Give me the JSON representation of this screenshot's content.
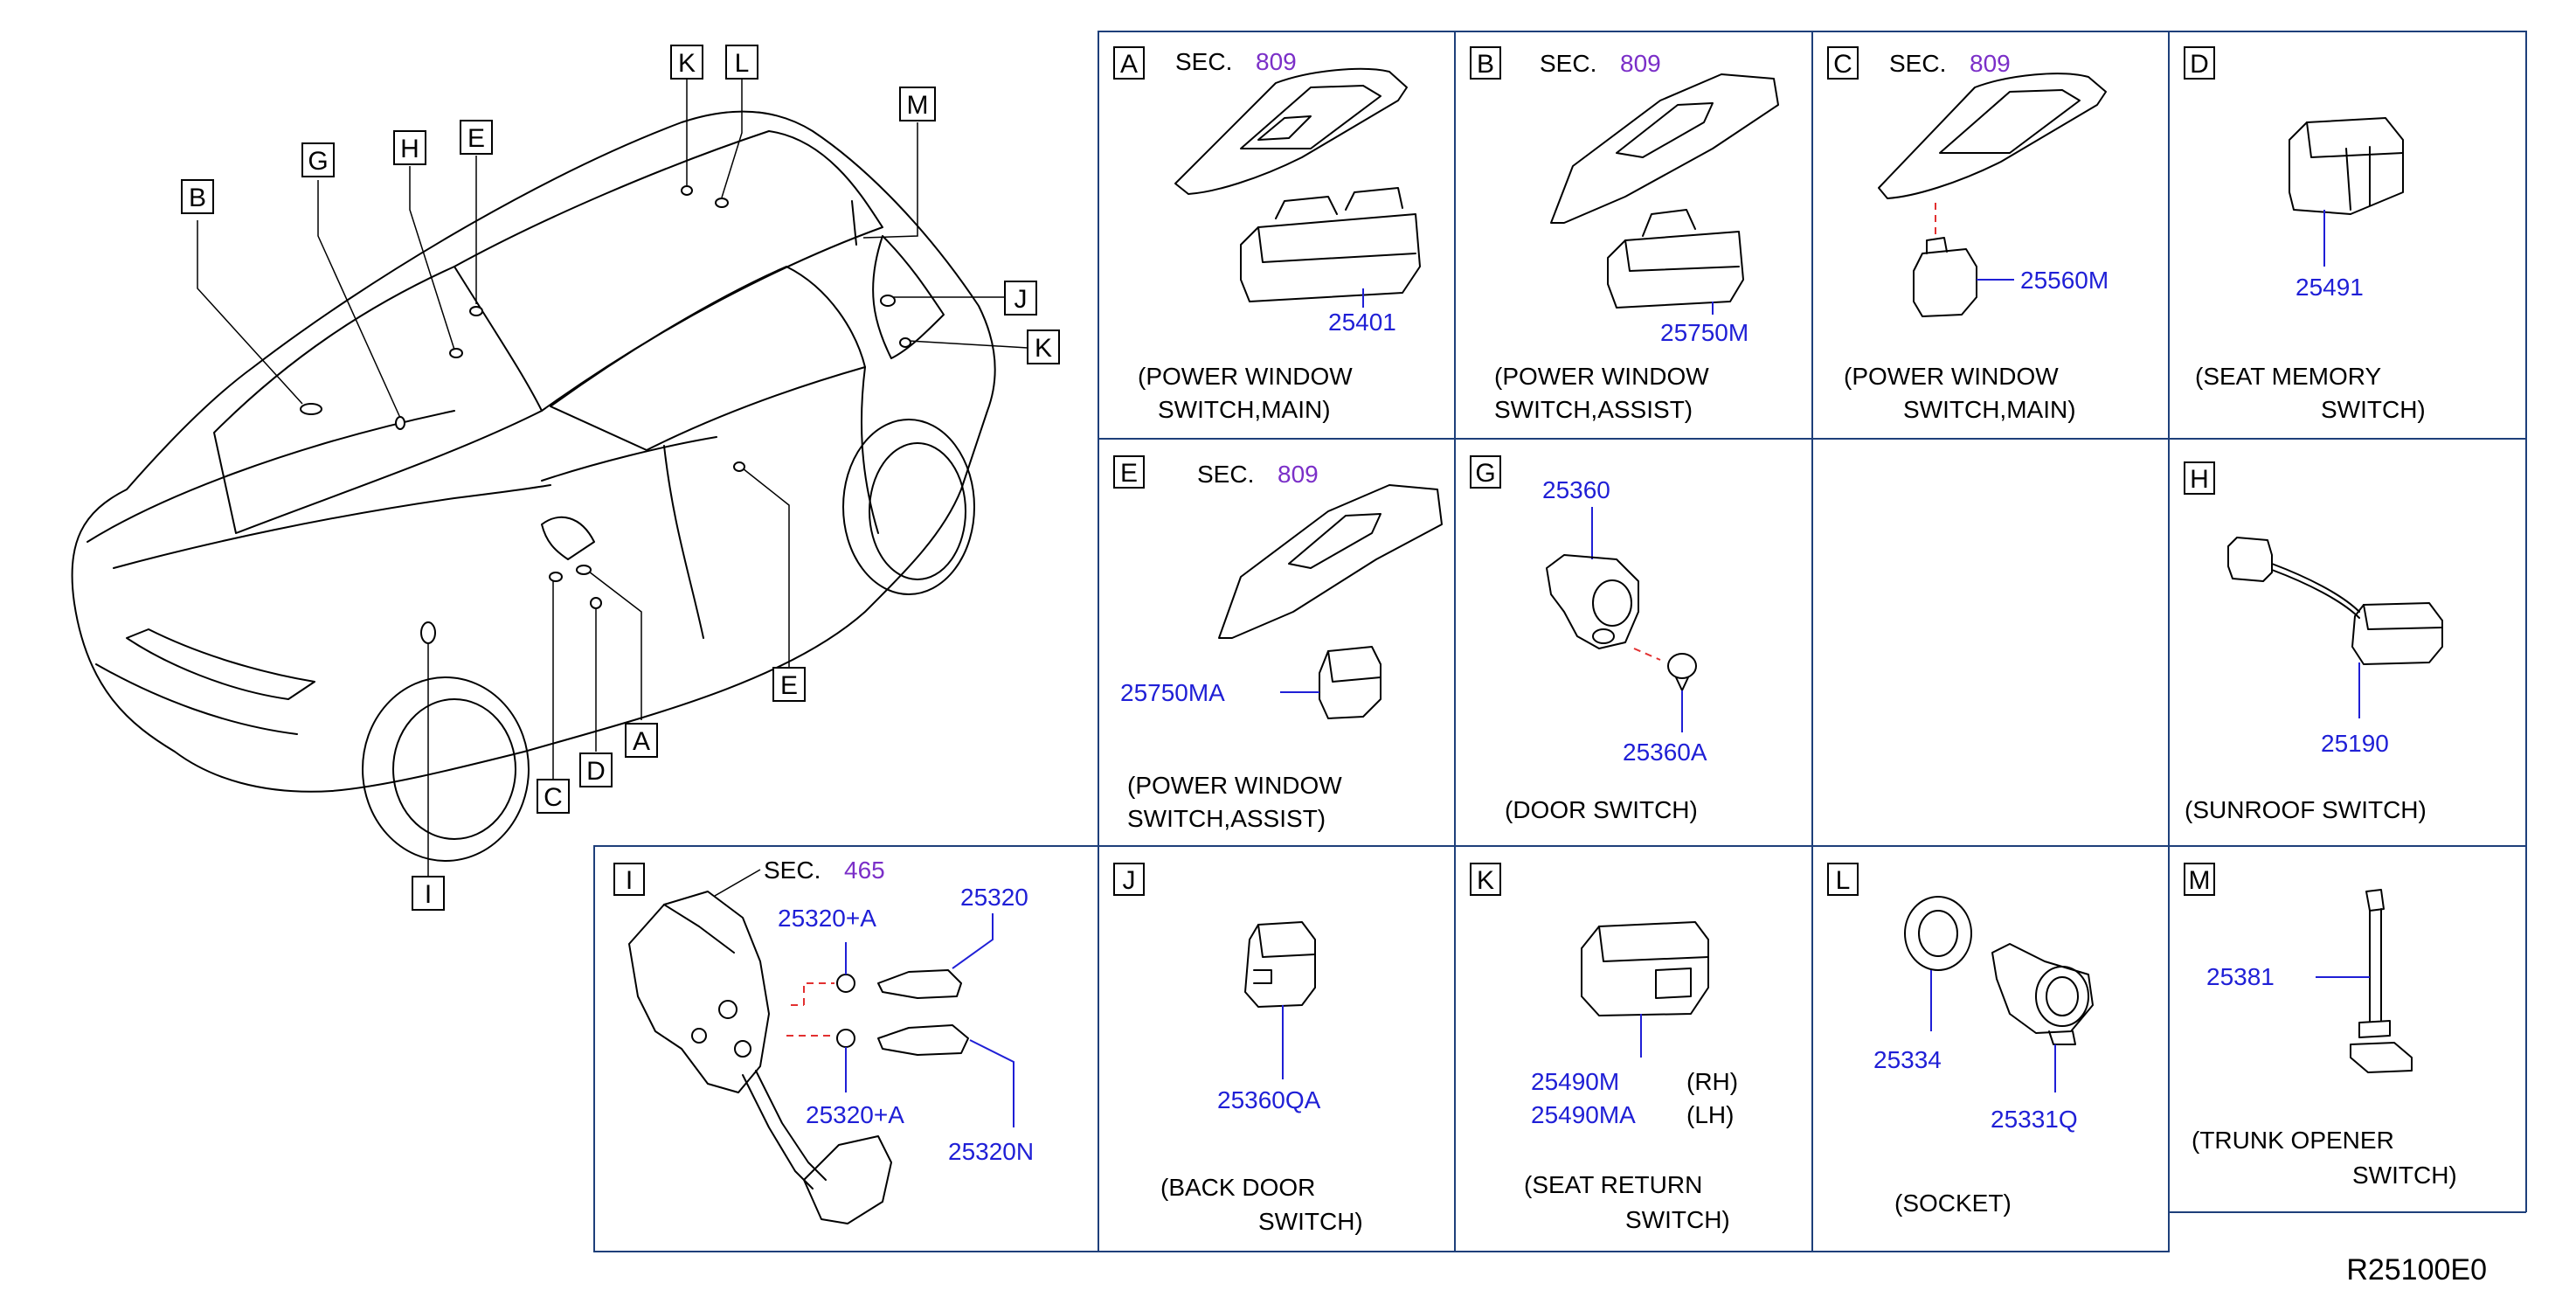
{
  "diagram_code": "R25100E0",
  "callouts": [
    "B",
    "G",
    "H",
    "E",
    "K",
    "L",
    "M",
    "J",
    "K",
    "E",
    "A",
    "D",
    "C",
    "I"
  ],
  "panels": [
    {
      "key": "A",
      "sec_label": "SEC.",
      "sec_num": "809",
      "parts": [
        "25401"
      ],
      "caption": [
        "(POWER  WINDOW",
        "SWITCH,MAIN)"
      ]
    },
    {
      "key": "B",
      "sec_label": "SEC.",
      "sec_num": "809",
      "parts": [
        "25750M"
      ],
      "caption": [
        "(POWER  WINDOW",
        "SWITCH,ASSIST)"
      ]
    },
    {
      "key": "C",
      "sec_label": "SEC.",
      "sec_num": "809",
      "parts": [
        "25560M"
      ],
      "caption": [
        "(POWER  WINDOW",
        "SWITCH,MAIN)"
      ]
    },
    {
      "key": "D",
      "parts": [
        "25491"
      ],
      "caption": [
        "(SEAT  MEMORY",
        "SWITCH)"
      ]
    },
    {
      "key": "E",
      "sec_label": "SEC.",
      "sec_num": "809",
      "parts": [
        "25750MA"
      ],
      "caption": [
        "(POWER  WINDOW",
        "SWITCH,ASSIST)"
      ]
    },
    {
      "key": "G",
      "parts": [
        "25360",
        "25360A"
      ],
      "caption": [
        "(DOOR  SWITCH)"
      ]
    },
    {
      "key": "H",
      "parts": [
        "25190"
      ],
      "caption": [
        "(SUNROOF  SWITCH)"
      ]
    },
    {
      "key": "I",
      "sec_label": "SEC.",
      "sec_num": "465",
      "parts": [
        "25320+A",
        "25320",
        "25320+A",
        "25320N"
      ]
    },
    {
      "key": "J",
      "parts": [
        "25360QA"
      ],
      "caption": [
        "(BACK  DOOR",
        "SWITCH)"
      ]
    },
    {
      "key": "K",
      "parts": [
        "25490M",
        "25490MA"
      ],
      "sides": [
        "(RH)",
        "(LH)"
      ],
      "caption": [
        "(SEAT  RETURN",
        "SWITCH)"
      ]
    },
    {
      "key": "L",
      "parts": [
        "25334",
        "25331Q"
      ],
      "caption": [
        "(SOCKET)"
      ]
    },
    {
      "key": "M",
      "parts": [
        "25381"
      ],
      "caption": [
        "(TRUNK  OPENER",
        "SWITCH)"
      ]
    }
  ]
}
